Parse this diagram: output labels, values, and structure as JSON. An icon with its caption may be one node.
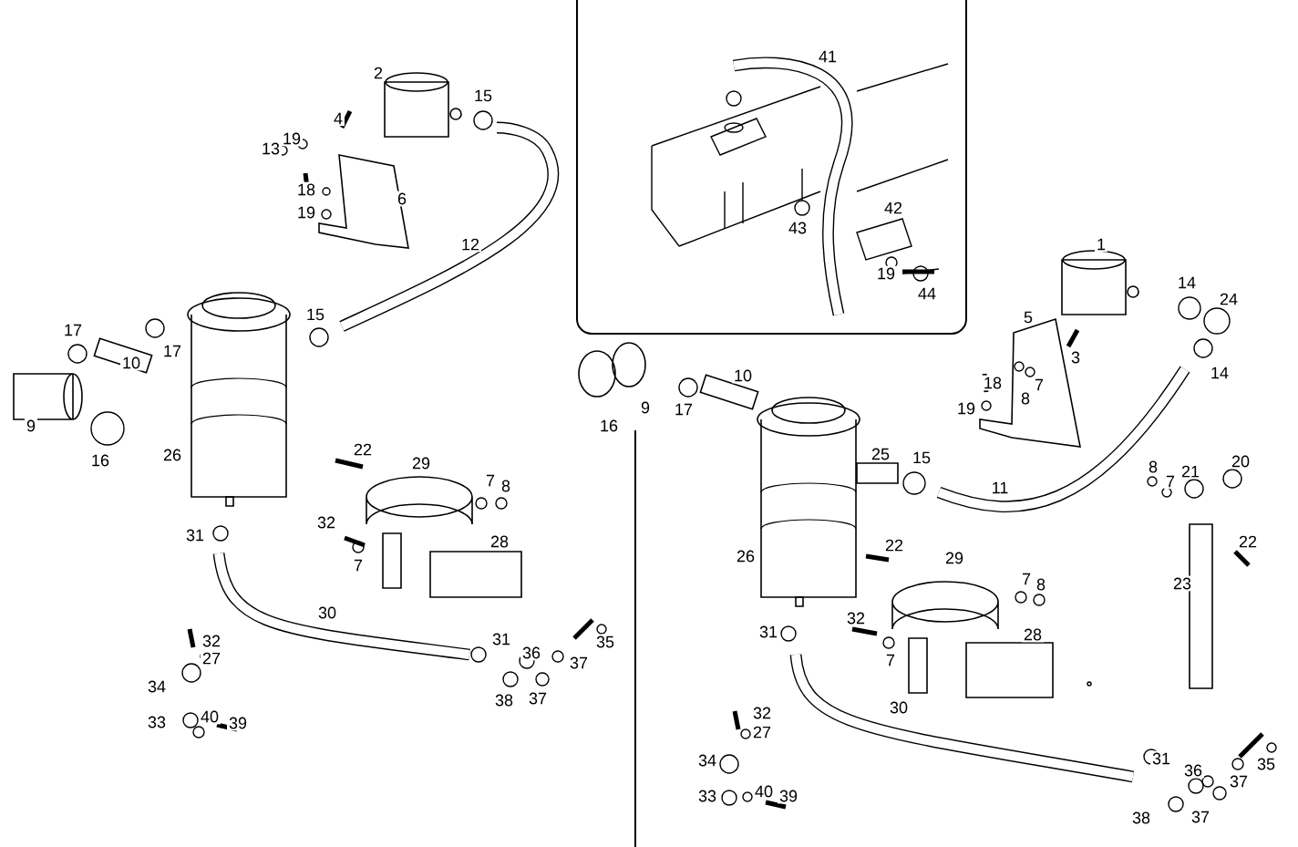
{
  "diagram": {
    "labels": [
      "2",
      "41",
      "15",
      "4",
      "19",
      "13",
      "18",
      "6",
      "19",
      "43",
      "42",
      "12",
      "1",
      "19",
      "44",
      "14",
      "24",
      "5",
      "15",
      "17",
      "17",
      "10",
      "3",
      "14",
      "10",
      "18",
      "7",
      "8",
      "19",
      "9",
      "9",
      "16",
      "17",
      "16",
      "26",
      "22",
      "29",
      "25",
      "15",
      "20",
      "8",
      "21",
      "7",
      "7",
      "8",
      "11",
      "31",
      "32",
      "22",
      "22",
      "28",
      "26",
      "29",
      "7",
      "7",
      "8",
      "23",
      "30",
      "32",
      "28",
      "31",
      "32",
      "35",
      "36",
      "31",
      "27",
      "7",
      "37",
      "34",
      "38",
      "37",
      "33",
      "40",
      "39",
      "30",
      "32",
      "27",
      "34",
      "31",
      "36",
      "35",
      "37",
      "33",
      "40",
      "39",
      "38",
      "37"
    ]
  }
}
